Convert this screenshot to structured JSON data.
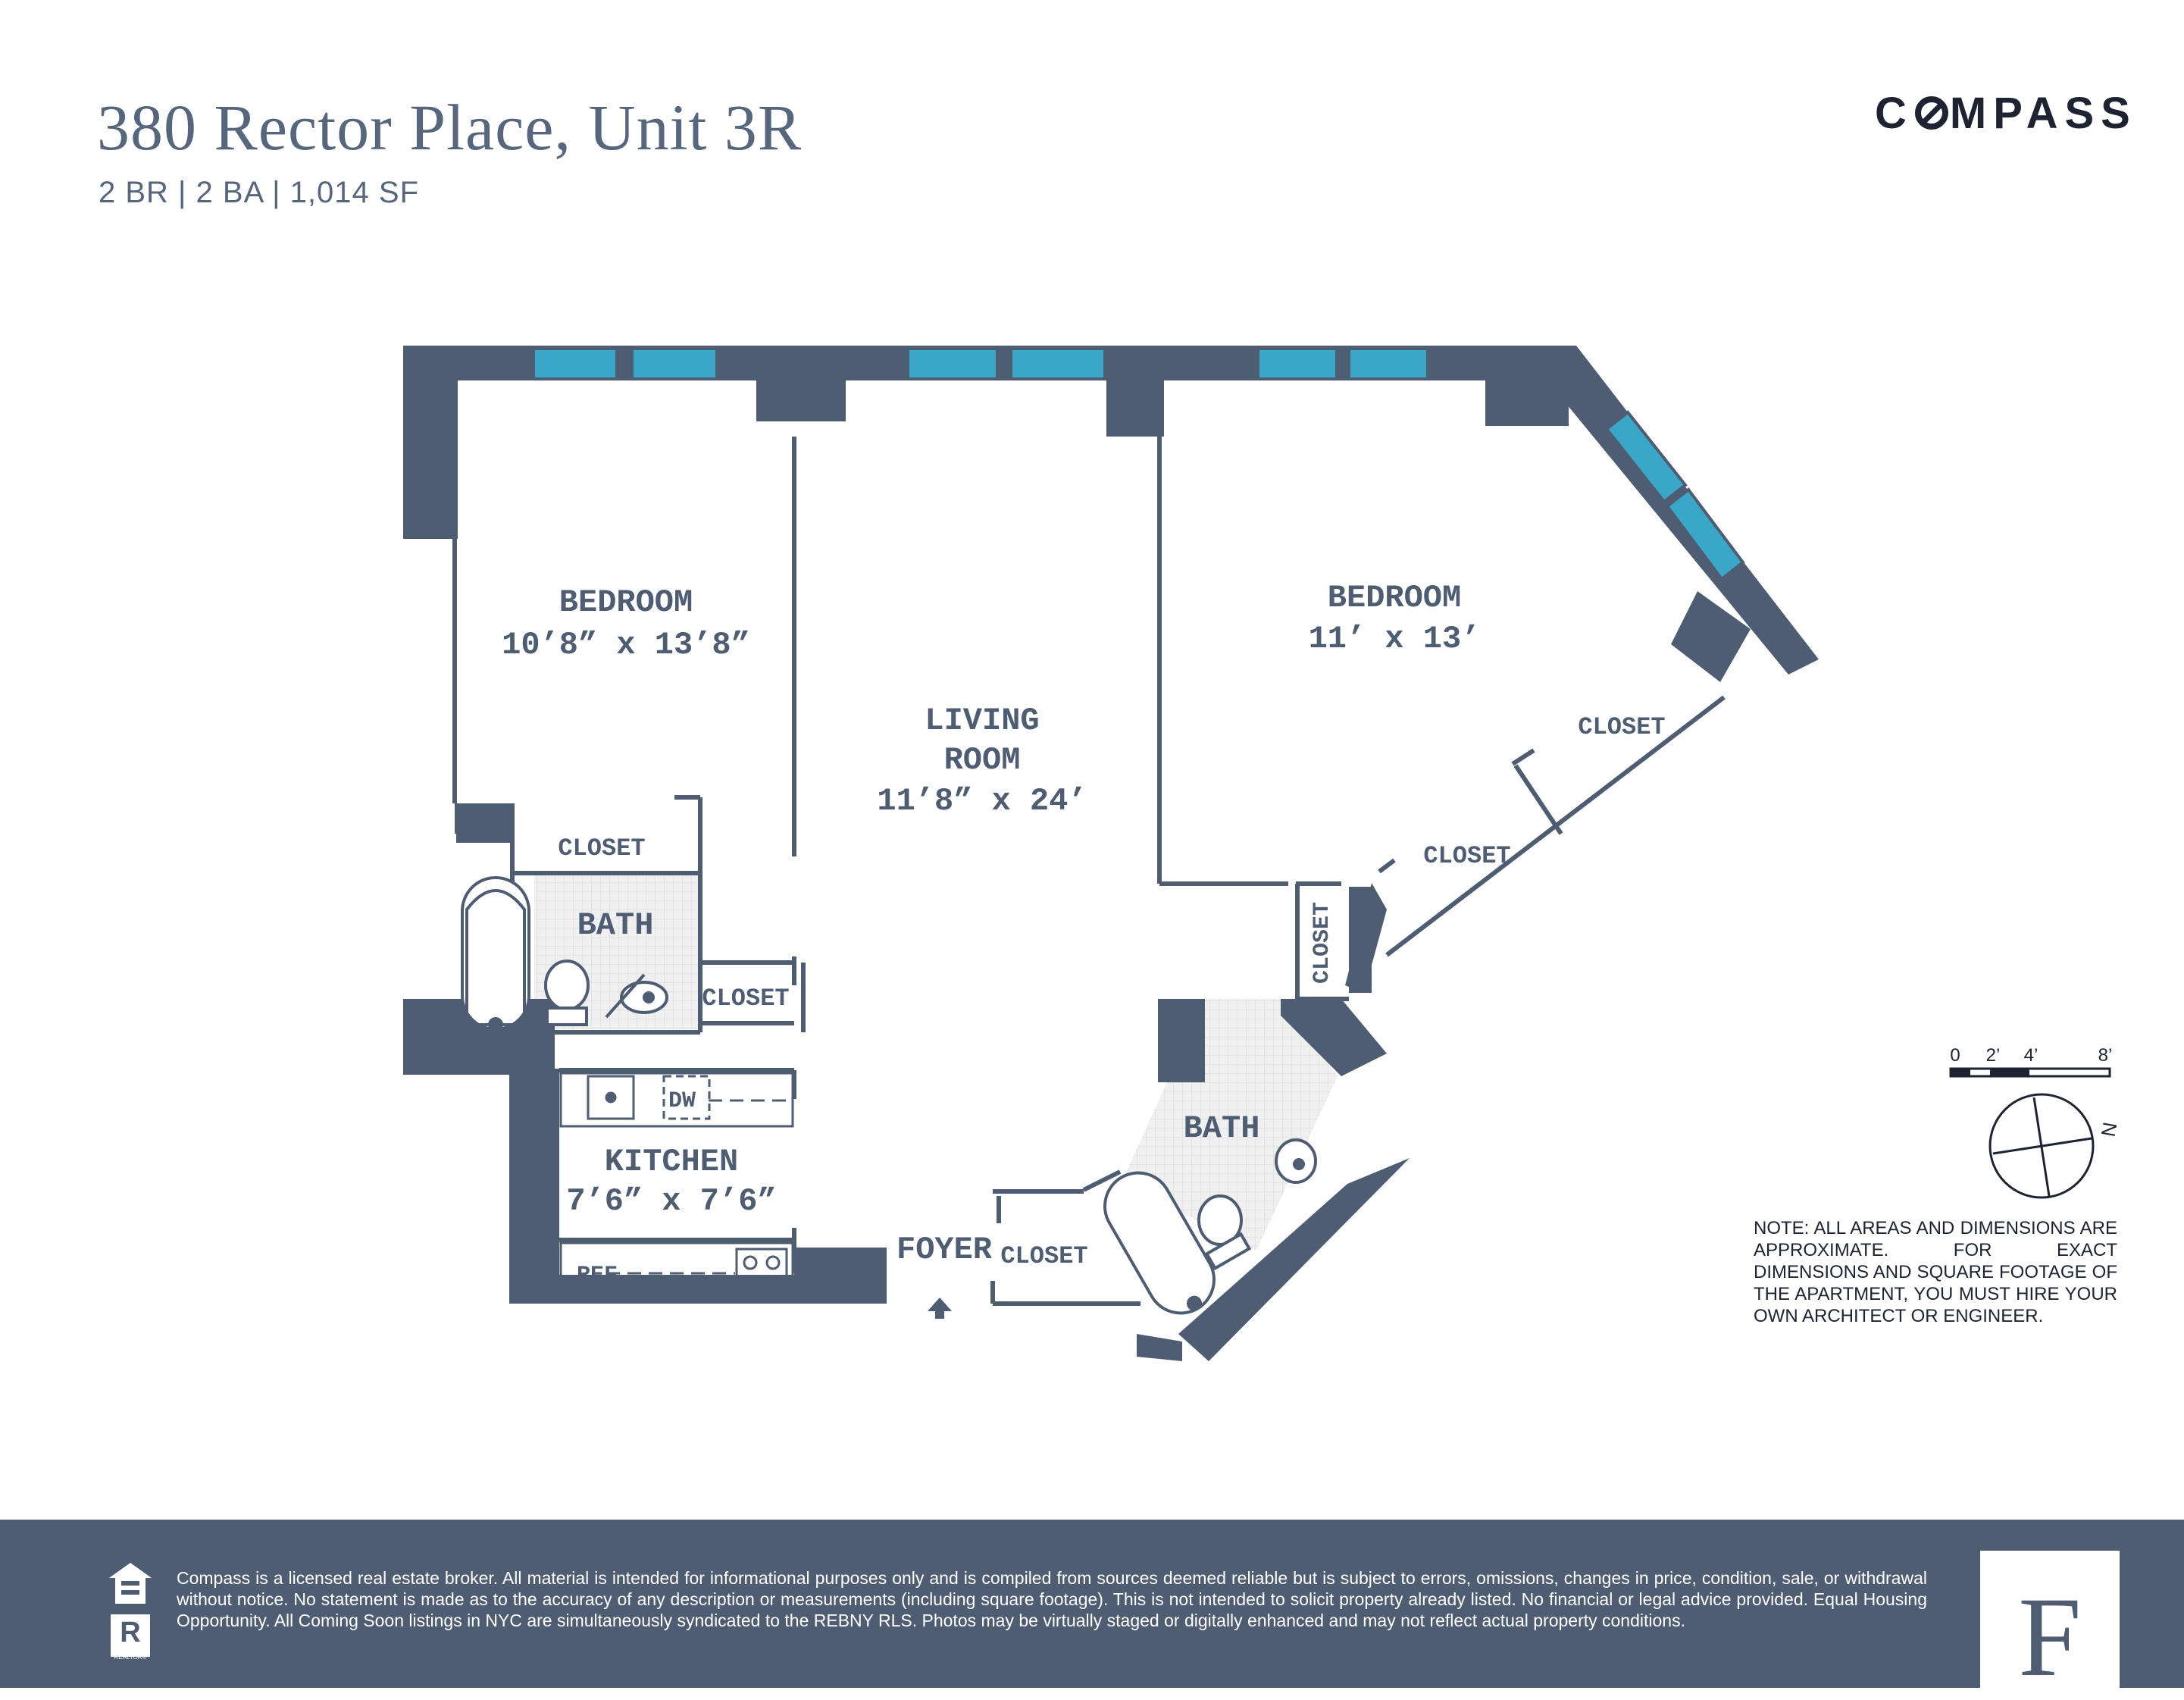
{
  "header": {
    "title": "380 Rector Place, Unit 3R",
    "subtitle": "2 BR | 2 BA | 1,014 SF",
    "brand_pre": "C",
    "brand_post": "MPASS"
  },
  "rooms": {
    "bedroom1": "BEDROOM",
    "bedroom1_dim": "10’8” x 13’8”",
    "living1": "LIVING",
    "living2": "ROOM",
    "living_dim": "11’8” x 24’",
    "bedroom2": "BEDROOM",
    "bedroom2_dim": "11’ x 13’",
    "closet": "CLOSET",
    "bath": "BATH",
    "kitchen": "KITCHEN",
    "kitchen_dim": "7’6” x 7’6”",
    "foyer": "FOYER",
    "dw": "DW",
    "ref": "REF"
  },
  "scale": {
    "t0": "0",
    "t2": "2’",
    "t4": "4’",
    "t8": "8’",
    "north": "N"
  },
  "note": "NOTE: ALL AREAS AND DIMENSIONS ARE APPROXIMATE. FOR EXACT DIMENSIONS AND SQUARE FOOTAGE OF THE APARTMENT, YOU MUST HIRE YOUR OWN ARCHITECT OR ENGINEER.",
  "footer": {
    "disclaimer": "Compass is a licensed real estate broker. All material is intended for informational purposes only and is compiled from sources deemed reliable but is subject to errors, omissions, changes in price, condition, sale, or withdrawal without notice. No statement is made as to the accuracy of any description or measurements (including square footage). This is not intended to solicit property already listed. No financial or legal advice provided. Equal Housing Opportunity. All Coming Soon listings in NYC are simultaneously syndicated to the REBNY RLS. Photos may be virtually staged or digitally enhanced and may not reflect actual property conditions.",
    "realtor_mark": "R",
    "realtor_label": "REALTOR®",
    "f_logo": "F"
  },
  "colors": {
    "wall": "#4e5d72",
    "window": "#3aa6c8",
    "tile": "#ececec",
    "footer": "#4e5d72"
  }
}
